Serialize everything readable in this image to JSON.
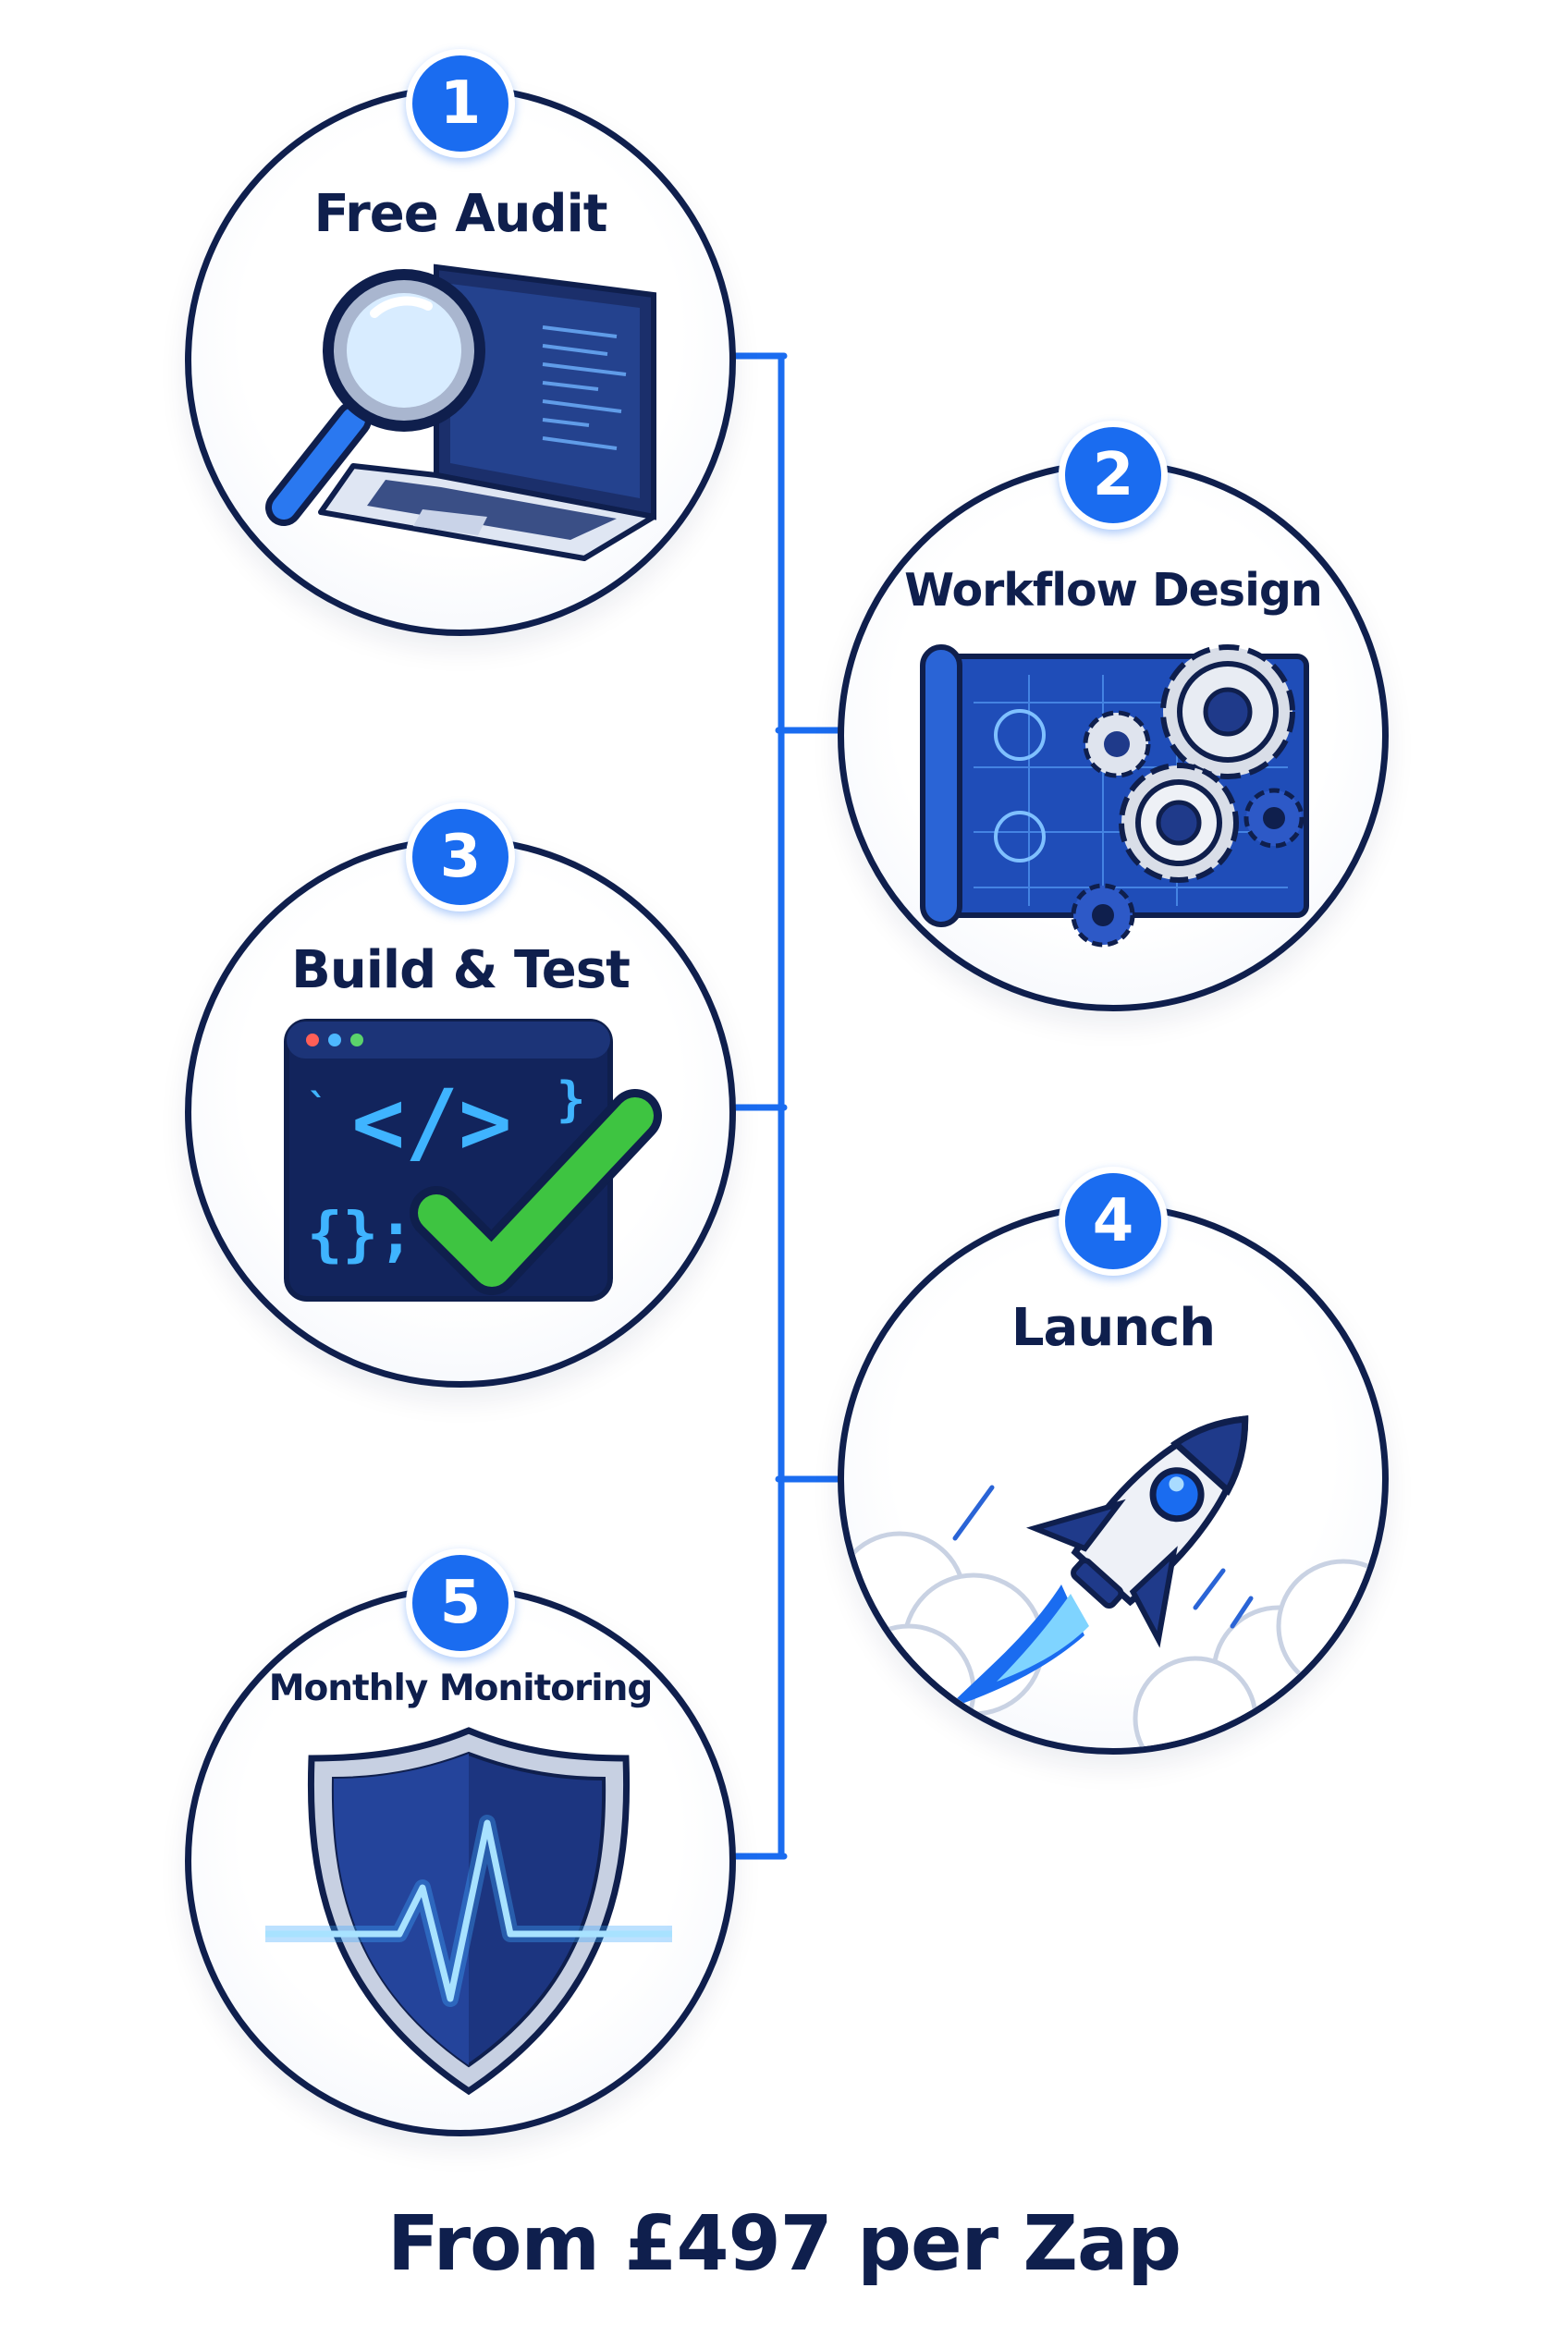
{
  "steps": [
    {
      "number": "1",
      "title": "Free Audit",
      "icon": "magnifier-laptop-icon"
    },
    {
      "number": "2",
      "title": "Workflow Design",
      "icon": "blueprint-gears-icon"
    },
    {
      "number": "3",
      "title": "Build & Test",
      "icon": "code-window-checkmark-icon"
    },
    {
      "number": "4",
      "title": "Launch",
      "icon": "rocket-icon"
    },
    {
      "number": "5",
      "title": "Monthly Monitoring",
      "icon": "shield-heartbeat-icon"
    }
  ],
  "price": "From £497 per Zap",
  "colors": {
    "navy": "#0f1f4d",
    "accent_blue": "#1a6cf0",
    "line_blue": "#1a6cf0",
    "check_green": "#3ec441",
    "code_cyan": "#3fb4ff"
  }
}
